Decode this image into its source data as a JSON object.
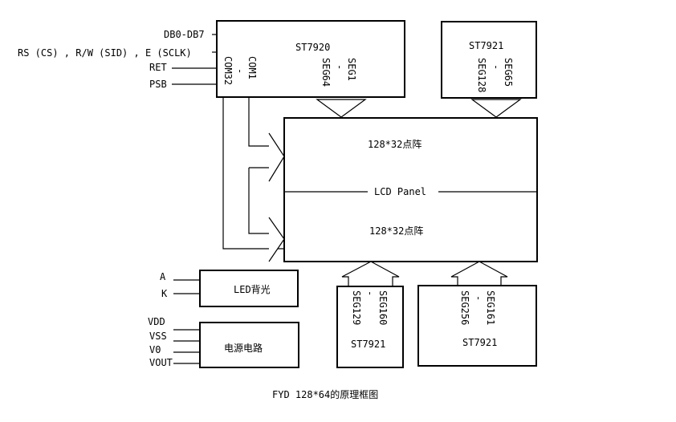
{
  "caption": "FYD 128*64的原理框图",
  "signals": {
    "db": "DB0-DB7",
    "rs": "RS (CS) , R/W (SID) , E (SCLK)",
    "ret": "RET",
    "psb": "PSB",
    "a": "A",
    "k": "K",
    "vdd": "VDD",
    "vss": "VSS",
    "v0": "V0",
    "vout": "VOUT"
  },
  "chips": {
    "st7920": {
      "name": "ST7920",
      "com_start": "COM1",
      "com_end": "COM32",
      "seg_start": "SEG1",
      "seg_end": "SEG64",
      "dash": "-"
    },
    "st7921_top": {
      "name": "ST7921",
      "seg_start": "SEG65",
      "seg_end": "SEG128",
      "dash": "-"
    },
    "st7921_bl": {
      "name": "ST7921",
      "seg_start": "SEG129",
      "seg_end": "SEG160",
      "dash": "-"
    },
    "st7921_br": {
      "name": "ST7921",
      "seg_start": "SEG161",
      "seg_end": "SEG256",
      "dash": "-"
    }
  },
  "panel": {
    "label": "LCD Panel",
    "upper": "128*32点阵",
    "lower": "128*32点阵"
  },
  "led": {
    "label": "LED背光"
  },
  "power": {
    "label": "电源电路"
  }
}
